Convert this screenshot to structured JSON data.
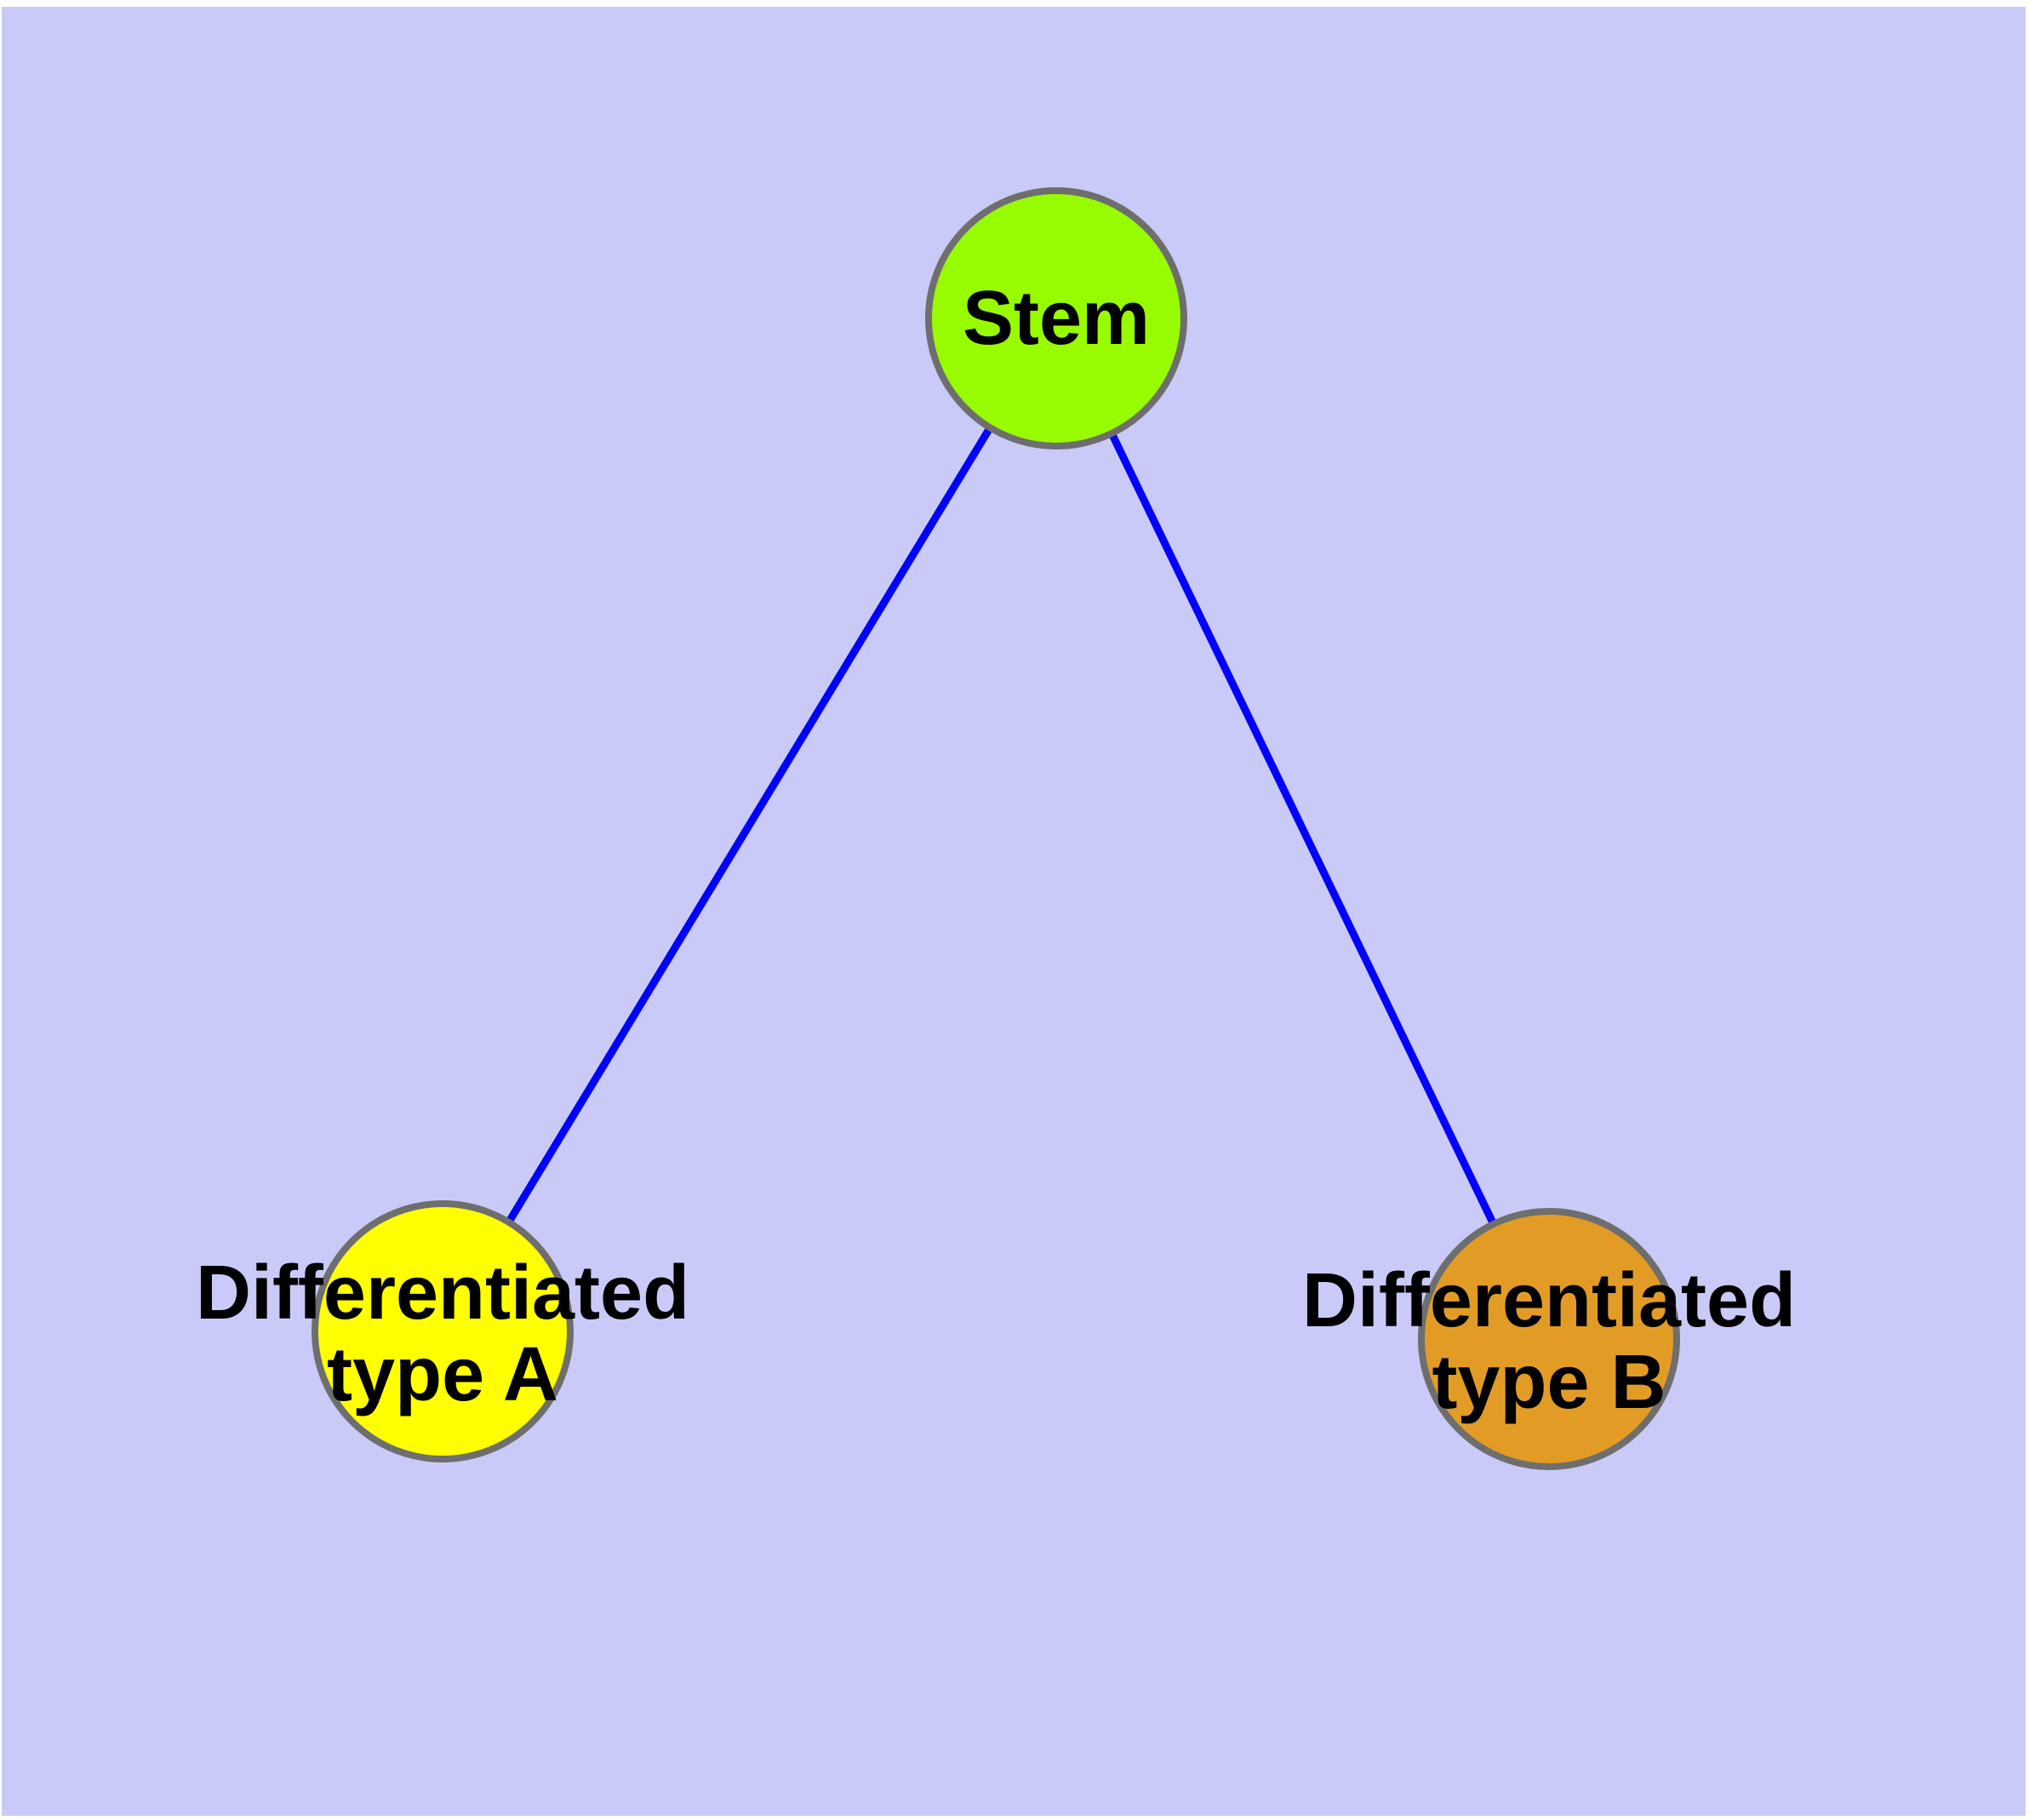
{
  "diagram": {
    "type": "node-link-graph",
    "title": "",
    "page_color": "#ffffff",
    "background_color": "#cacaf8",
    "edge_color": "#0000ff",
    "node_border_color": "#6e6e6e",
    "text_color": "#000000",
    "nodes": [
      {
        "id": "stem",
        "label": "Stem",
        "color": "#99fb00"
      },
      {
        "id": "differentiated-type-a",
        "label": "Differentiated\ntype A",
        "color": "#ffff00"
      },
      {
        "id": "differentiated-type-b",
        "label": "Differentiated\ntype B",
        "color": "#e29c26"
      }
    ],
    "edges": [
      {
        "from": "stem",
        "to": "differentiated-type-a"
      },
      {
        "from": "stem",
        "to": "differentiated-type-b"
      }
    ]
  }
}
